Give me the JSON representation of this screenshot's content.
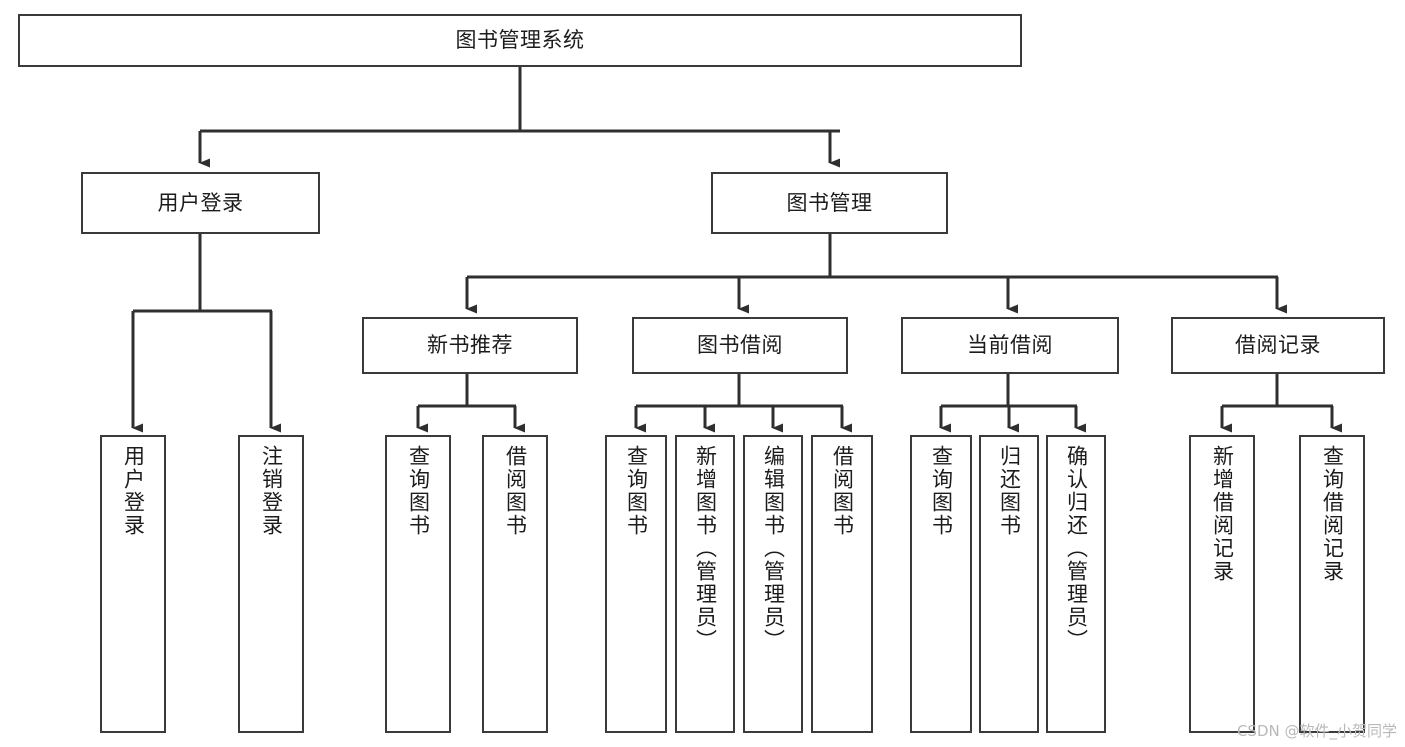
{
  "diagram": {
    "type": "tree",
    "title": "图书管理系统",
    "orientation": "top-down",
    "colors": {
      "box_border": "#3a3a3a",
      "box_fill": "#ffffff",
      "edge": "#2f2f2f",
      "text": "#1c1c1c",
      "watermark": "#b9b9b9",
      "background": "#ffffff"
    },
    "root": {
      "id": "root",
      "label": "图书管理系统",
      "orientation": "horizontal"
    },
    "level1": [
      {
        "id": "user-login",
        "label": "用户登录",
        "orientation": "horizontal"
      },
      {
        "id": "book-manage",
        "label": "图书管理",
        "orientation": "horizontal"
      }
    ],
    "level2": [
      {
        "id": "new-book-recommend",
        "label": "新书推荐",
        "orientation": "horizontal",
        "parent": "book-manage"
      },
      {
        "id": "book-borrow",
        "label": "图书借阅",
        "orientation": "horizontal",
        "parent": "book-manage"
      },
      {
        "id": "current-borrow",
        "label": "当前借阅",
        "orientation": "horizontal",
        "parent": "book-manage"
      },
      {
        "id": "borrow-record",
        "label": "借阅记录",
        "orientation": "horizontal",
        "parent": "book-manage"
      }
    ],
    "leaves": [
      {
        "id": "leaf-user-login",
        "label": "用户登录",
        "orientation": "vertical",
        "parent": "user-login"
      },
      {
        "id": "leaf-logout-login",
        "label": "注销登录",
        "orientation": "vertical",
        "parent": "user-login"
      },
      {
        "id": "leaf-query-book-1",
        "label": "查询图书",
        "orientation": "vertical",
        "parent": "new-book-recommend"
      },
      {
        "id": "leaf-borrow-book-1",
        "label": "借阅图书",
        "orientation": "vertical",
        "parent": "new-book-recommend"
      },
      {
        "id": "leaf-query-book-2",
        "label": "查询图书",
        "orientation": "vertical",
        "parent": "book-borrow"
      },
      {
        "id": "leaf-add-book",
        "label": "新增图书（管理员）",
        "orientation": "vertical",
        "parent": "book-borrow"
      },
      {
        "id": "leaf-edit-book",
        "label": "编辑图书（管理员）",
        "orientation": "vertical",
        "parent": "book-borrow"
      },
      {
        "id": "leaf-borrow-book-2",
        "label": "借阅图书",
        "orientation": "vertical",
        "parent": "book-borrow"
      },
      {
        "id": "leaf-query-book-3",
        "label": "查询图书",
        "orientation": "vertical",
        "parent": "current-borrow"
      },
      {
        "id": "leaf-return-book",
        "label": "归还图书",
        "orientation": "vertical",
        "parent": "current-borrow"
      },
      {
        "id": "leaf-confirm-return",
        "label": "确认归还（管理员）",
        "orientation": "vertical",
        "parent": "current-borrow"
      },
      {
        "id": "leaf-add-record",
        "label": "新增借阅记录",
        "orientation": "vertical",
        "parent": "borrow-record"
      },
      {
        "id": "leaf-query-record",
        "label": "查询借阅记录",
        "orientation": "vertical",
        "parent": "borrow-record"
      }
    ]
  },
  "watermark": {
    "text": "CSDN @软件_小贺同学"
  }
}
